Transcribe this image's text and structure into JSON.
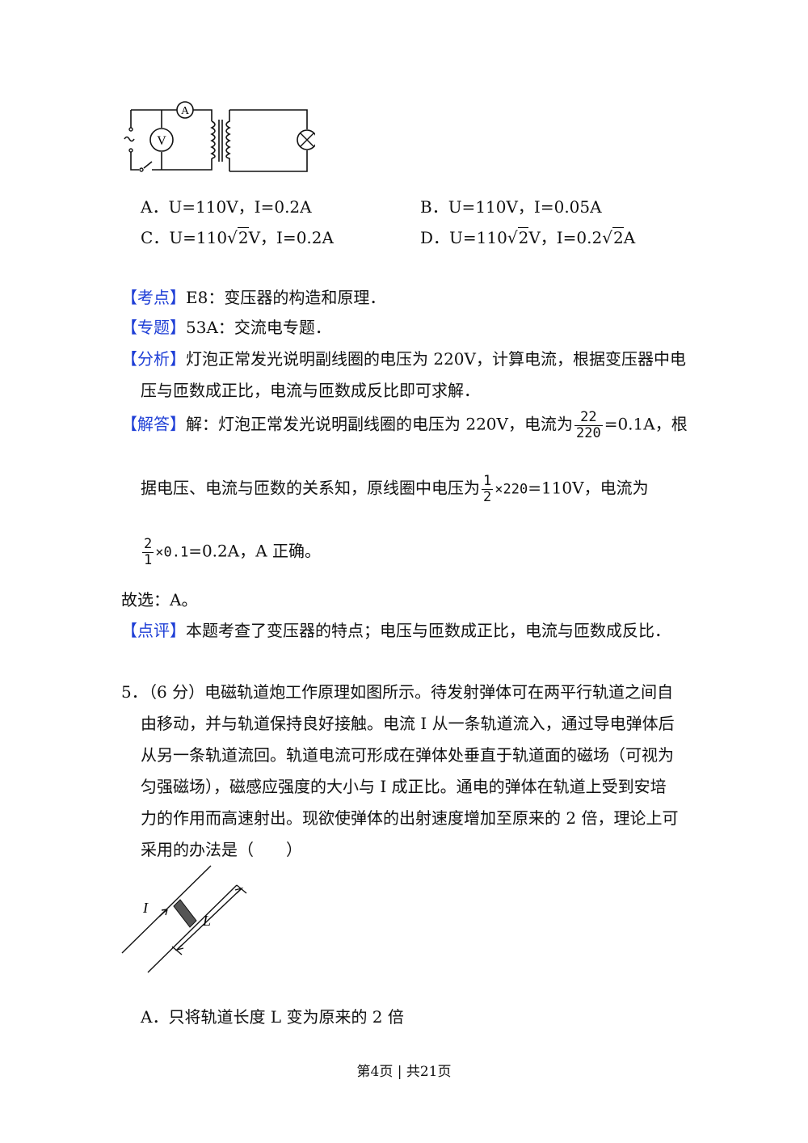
{
  "q4": {
    "options": {
      "a": {
        "letter": "A．",
        "text": "U=110V，I=0.2A"
      },
      "b": {
        "letter": "B．",
        "text": "U=110V，I=0.05A"
      },
      "c": {
        "letter": "C．",
        "pre": "U=110",
        "rad": "2",
        "post": "V，I=0.2A"
      },
      "d": {
        "letter": "D．",
        "pre": "U=110",
        "rad": "2",
        "mid": "V，I=0.2",
        "rad2": "2",
        "post": "A"
      }
    },
    "circuit": {
      "ammeter": "A",
      "voltmeter": "V"
    },
    "kaodian": {
      "label": "【考点】",
      "text": "E8：变压器的构造和原理．"
    },
    "zhuanti": {
      "label": "【专题】",
      "text": "53A：交流电专题．"
    },
    "fenxi": {
      "label": "【分析】",
      "line1": "灯泡正常发光说明副线圈的电压为 220V，计算电流，根据变压器中电",
      "line2": "压与匝数成正比，电流与匝数成反比即可求解．"
    },
    "jieda": {
      "label": "【解答】",
      "line1_pre": "解：灯泡正常发光说明副线圈的电压为 220V，电流为",
      "frac1_num": "22",
      "frac1_den": "220",
      "line1_post": "=0.1A，根",
      "line2_pre": "据电压、电流与匝数的关系知，原线圈中电压为",
      "frac2_num": "1",
      "frac2_den": "2",
      "line2_mid": "×220",
      "line2_post": "=110V，电流为",
      "frac3_num": "2",
      "frac3_den": "1",
      "line3_mid": "×0.1",
      "line3_post": "=0.2A，A 正确。"
    },
    "guxuan": "故选：A。",
    "dianping": {
      "label": "【点评】",
      "text": "本题考查了变压器的特点；电压与匝数成正比，电流与匝数成反比．"
    }
  },
  "q5": {
    "number": "5．",
    "lines": [
      "（6 分）电磁轨道炮工作原理如图所示。待发射弹体可在两平行轨道之间自",
      "由移动，并与轨道保持良好接触。电流 I 从一条轨道流入，通过导电弹体后",
      "从另一条轨道流回。轨道电流可形成在弹体处垂直于轨道面的磁场（可视为",
      "匀强磁场），磁感应强度的大小与 I 成正比。通电的弹体在轨道上受到安培",
      "力的作用而高速射出。现欲使弹体的出射速度增加至原来的 2 倍，理论上可",
      "采用的办法是（　　）"
    ],
    "figure": {
      "current_label": "I",
      "length_label": "L"
    },
    "option_a": {
      "letter": "A．",
      "text": "只将轨道长度 L 变为原来的 2 倍"
    }
  },
  "footer": "第4页 | 共21页"
}
